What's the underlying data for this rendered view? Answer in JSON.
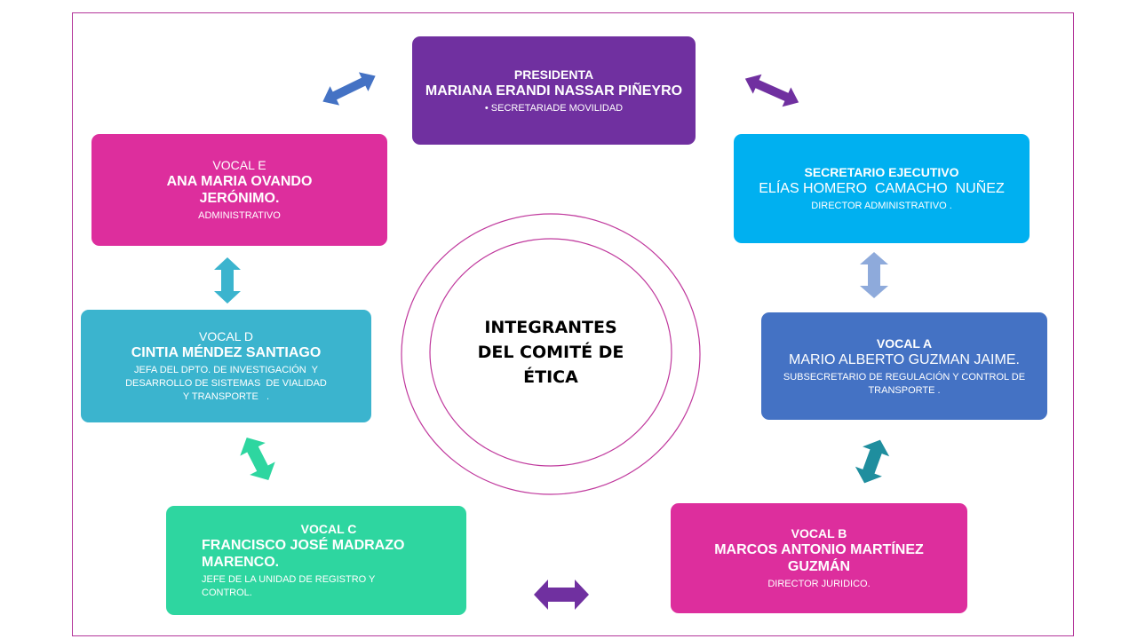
{
  "title": [
    "INTEGRANTES",
    "DEL COMITÉ DE",
    "ÉTICA"
  ],
  "colors": {
    "frame": "#b3359a",
    "circle": "#c0399d",
    "presidenta": "#7030a0",
    "secretario": "#00b0f0",
    "vocal_a": "#4472c4",
    "vocal_b": "#dd2e9d",
    "vocal_c": "#2ed6a0",
    "vocal_d": "#3bb4ce",
    "vocal_e": "#dd2e9d"
  },
  "members": {
    "presidenta": {
      "role": "PRESIDENTA",
      "name": "MARIANA ERANDI NASSAR PIÑEYRO",
      "position": "• SECRETARIADE MOVILIDAD"
    },
    "secretario": {
      "role": "SECRETARIO EJECUTIVO",
      "name": "ELÍAS HOMERO  CAMACHO  NUÑEZ",
      "position": "DIRECTOR ADMINISTRATIVO  ."
    },
    "vocal_a": {
      "role": "VOCAL A",
      "name": "MARIO ALBERTO GUZMAN JAIME.",
      "position": "SUBSECRETARIO DE REGULACIÓN Y CONTROL DE TRANSPORTE ."
    },
    "vocal_b": {
      "role": "VOCAL B",
      "name": "MARCOS ANTONIO MARTÍNEZ GUZMÁN",
      "position": "DIRECTOR JURIDICO."
    },
    "vocal_c": {
      "role": "VOCAL C",
      "name": "FRANCISCO JOSÉ MADRAZO MARENCO.",
      "position": "JEFE  DE LA UNIDAD DE REGISTRO Y CONTROL."
    },
    "vocal_d": {
      "role": "VOCAL D",
      "name": "CINTIA MÉNDEZ SANTIAGO",
      "position": "JEFA DEL DPTO. DE INVESTIGACIÓN  Y DESARROLLO DE SISTEMAS  DE VIALIDAD  Y TRANSPORTE   ."
    },
    "vocal_e": {
      "role": "VOCAL E",
      "name": "ANA MARIA OVANDO JERÓNIMO.",
      "position": "ADMINISTRATIVO"
    }
  },
  "arrow_colors": {
    "pres_to_ve": "#4472c4",
    "pres_to_sec": "#7030a0",
    "sec_to_va": "#8eaadb",
    "va_to_vb": "#1f8e9e",
    "vb_to_vc": "#7030a0",
    "vc_to_vd": "#2ed6a0",
    "vd_to_ve": "#3bb4ce"
  }
}
